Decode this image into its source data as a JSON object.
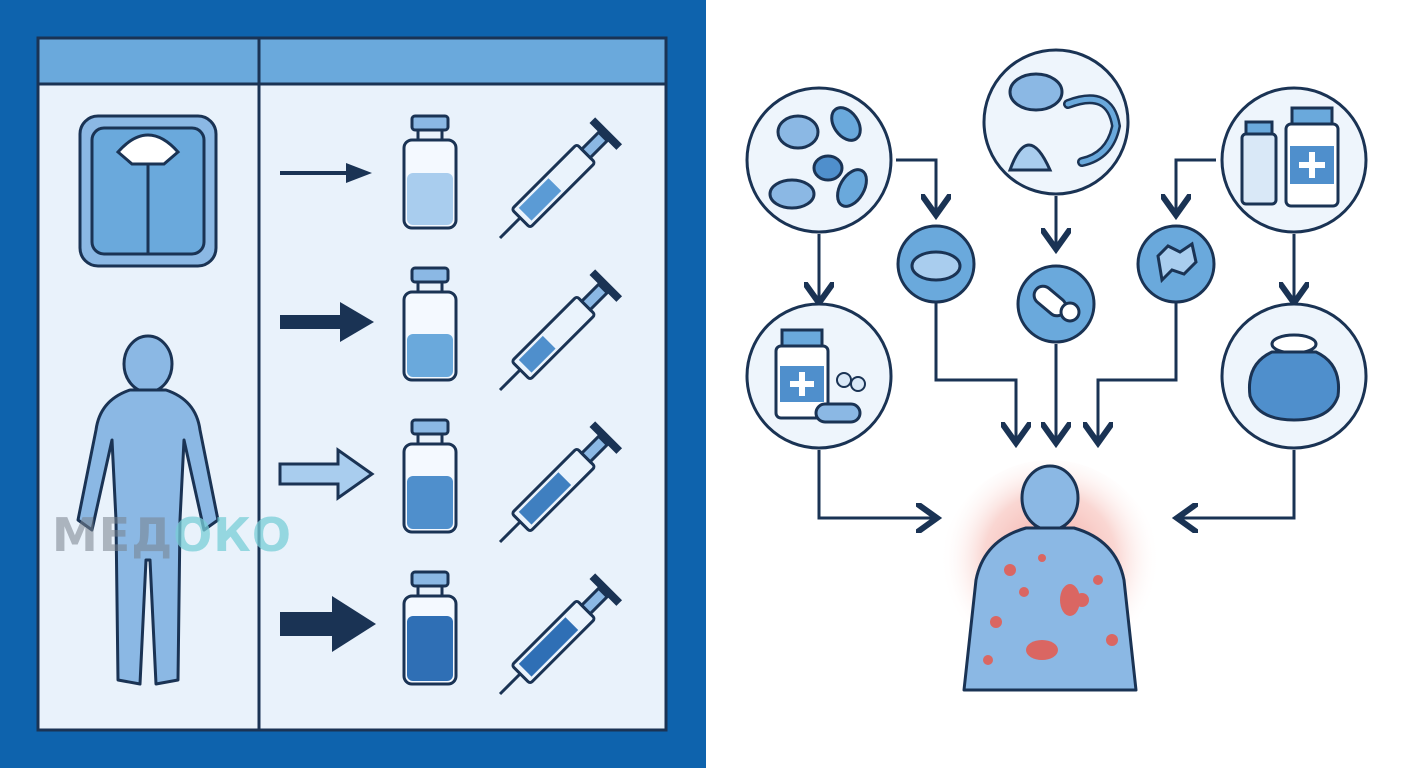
{
  "watermark": {
    "text_main": "МЕД",
    "text_accent": "ОКО"
  },
  "dosing_panel": {
    "rows": [
      {
        "arrow": "thin-arrow",
        "vial_fill": 0.55
      },
      {
        "arrow": "medium-arrow",
        "vial_fill": 0.45
      },
      {
        "arrow": "outline-arrow",
        "vial_fill": 0.62
      },
      {
        "arrow": "thick-arrow",
        "vial_fill": 0.78
      }
    ]
  },
  "allergen_diagram": {
    "sources": [
      "nuts-legumes-icon",
      "seafood-icon",
      "medication-bottles-icon"
    ],
    "intermediates": [
      "mussel-icon",
      "capsule-pill-icon",
      "dust-mite-icon"
    ],
    "secondary": [
      "pill-bottle-icon",
      "ice-pack-icon"
    ],
    "target": "allergic-rash-body-icon"
  },
  "colors": {
    "frame_blue": "#0e63ad",
    "panel_light": "#e9f2fb",
    "header_blue": "#6aa9dc",
    "outline_navy": "#1a3354",
    "icon_blue": "#8bb8e4",
    "liquid_blue": "#5b9bd5",
    "rash_red": "#e8584c"
  }
}
